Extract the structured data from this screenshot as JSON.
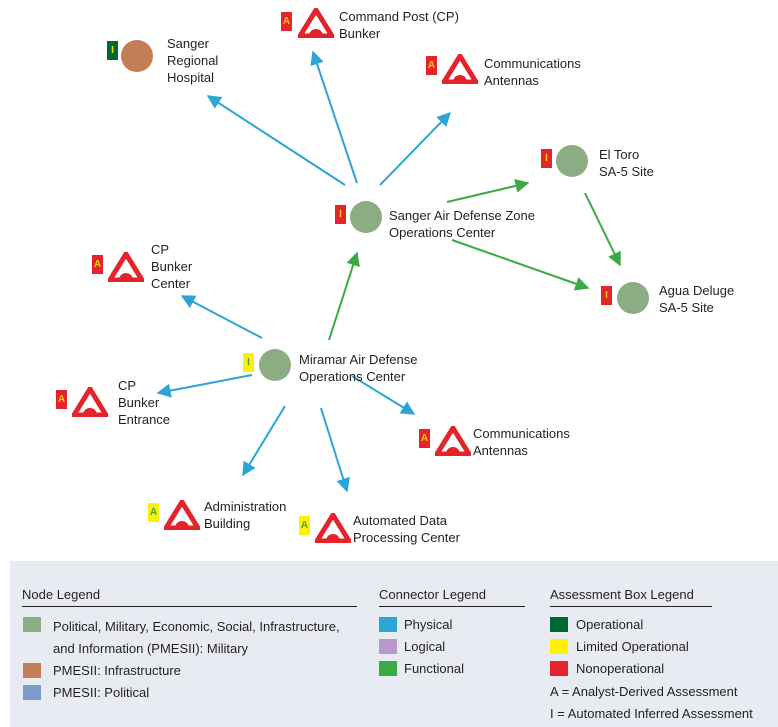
{
  "nodes": {
    "sanger_hospital": "Sanger\nRegional\nHospital",
    "cp_bunker_top": "Command Post (CP)\nBunker",
    "comm_antennas_top": "Communications\nAntennas",
    "sanger_adz_ops": "Sanger Air Defense Zone\nOperations Center",
    "el_toro": "El Toro\nSA-5 Site",
    "agua_deluge": "Agua Deluge\nSA-5 Site",
    "cp_bunker_center": "CP\nBunker\nCenter",
    "miramar_ops": "Miramar Air Defense\nOperations Center",
    "cp_bunker_entrance": "CP\nBunker\nEntrance",
    "comm_antennas_bottom": "Communications\nAntennas",
    "admin_building": "Administration\nBuilding",
    "adp_center": "Automated Data\nProcessing Center"
  },
  "assessments": {
    "sanger_hospital": "I",
    "cp_bunker_top": "A",
    "comm_antennas_top": "A",
    "sanger_adz_ops": "I",
    "el_toro": "I",
    "agua_deluge": "I",
    "cp_bunker_center": "A",
    "miramar_ops": "I",
    "cp_bunker_entrance": "A",
    "comm_antennas_bottom": "A",
    "admin_building": "A",
    "adp_center": "A"
  },
  "colors": {
    "military_node": "#8cad84",
    "infrastructure_node": "#c37d57",
    "political_node": "#7a9cc6",
    "physical": "#2ba5d6",
    "logical": "#b998cc",
    "functional": "#3aaa46",
    "operational": "#006837",
    "limited_operational": "#fff200",
    "nonoperational": "#e4232b",
    "triangle": "#e4232b"
  },
  "legend": {
    "node_title": "Node Legend",
    "node_items": [
      "Political, Military, Economic, Social, Infrastructure,\nand Information (PMESII): Military",
      "PMESII: Infrastructure",
      "PMESII: Political"
    ],
    "connector_title": "Connector Legend",
    "connector_items": [
      "Physical",
      "Logical",
      "Functional"
    ],
    "assessment_title": "Assessment Box Legend",
    "assessment_items": [
      "Operational",
      "Limited Operational",
      "Nonoperational"
    ],
    "assessment_notes": [
      "A = Analyst-Derived Assessment",
      "I = Automated Inferred Assessment"
    ]
  }
}
